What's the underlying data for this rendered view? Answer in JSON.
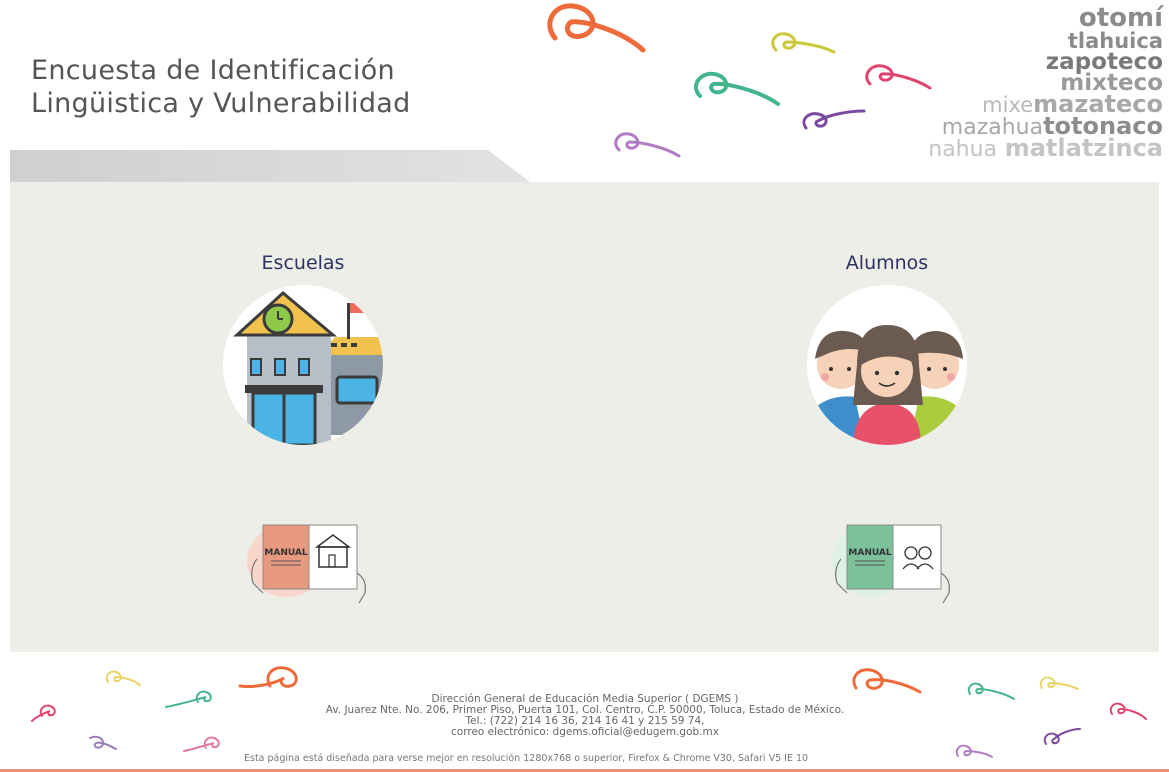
{
  "header": {
    "title_line1": "Encuesta de Identificación",
    "title_line2": "Lingüistica y Vulnerabilidad",
    "languages": {
      "otomi": "otomí",
      "tlahuica": "tlahuica",
      "zapoteco": "zapoteco",
      "mixteco": "mixteco",
      "mixe": "mixe",
      "mazateco": "mazateco",
      "mazahua": "mazahua",
      "totonaco": "totonaco",
      "nahua": "nahua",
      "matlatzinca": "matlatzinca"
    }
  },
  "sections": {
    "escuelas": {
      "title": "Escuelas",
      "icon": "school-building-icon",
      "manual_label": "MANUAL"
    },
    "alumnos": {
      "title": "Alumnos",
      "icon": "students-group-icon",
      "manual_label": "MANUAL"
    }
  },
  "footer": {
    "line1": "Dirección General de Educación Media Superior ( DGEMS )",
    "line2": "Av. Juarez Nte. No. 206, Primer Piso, Puerta 101, Col. Centro, C.P. 50000, Toluca, Estado de México.",
    "line3": "Tel.: (722) 214 16 36, 214 16 41 y 215 59 74,",
    "line4": "correo electrónico: dgems.oficial@edugem.gob.mx",
    "note": "Esta página está diseñada para verse mejor en resolución 1280x768 o superior, Firefox & Chrome V30, Safari V5 IE 10"
  },
  "colors": {
    "title_text": "#555555",
    "section_title": "#2e3260",
    "main_bg": "#eeeee9",
    "swirl_orange": "#ef6a3a",
    "swirl_green": "#43b58a",
    "swirl_pink": "#e0446f",
    "swirl_purple": "#7b4aa0",
    "swirl_yellow": "#c9c93a",
    "manual_orange": "#f2a58c",
    "manual_green": "#7cc19a"
  }
}
